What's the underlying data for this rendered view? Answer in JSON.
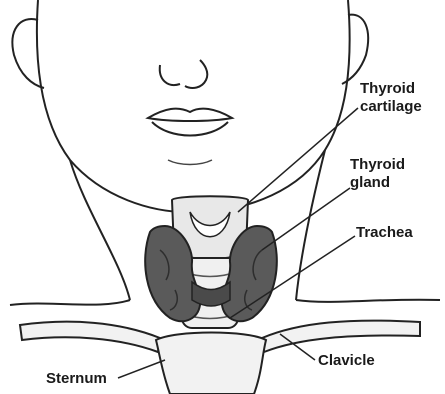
{
  "labels": {
    "thyroid_cartilage": {
      "line1": "Thyroid",
      "line2": "cartilage"
    },
    "thyroid_gland": {
      "line1": "Thyroid",
      "line2": "gland"
    },
    "trachea": "Trachea",
    "clavicle": "Clavicle",
    "sternum": "Sternum"
  },
  "colors": {
    "ink": "#222222",
    "gland": "#5a5a5a",
    "gland_dark": "#3a3a3a",
    "paper": "#ffffff",
    "shade": "#d9d9d9"
  }
}
